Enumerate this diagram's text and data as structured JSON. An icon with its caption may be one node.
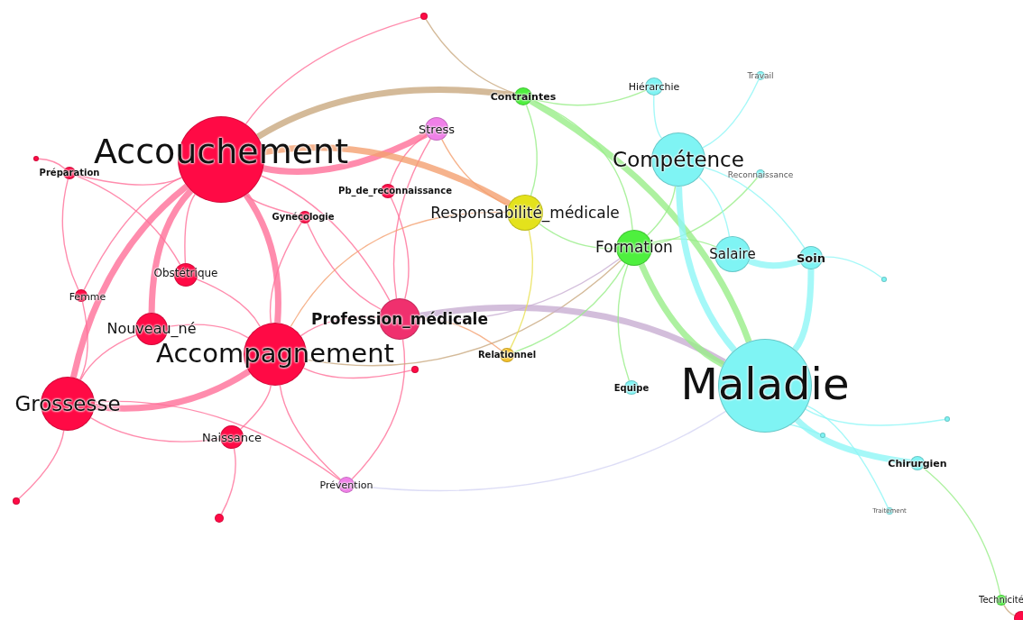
{
  "diagram": {
    "nodes": [
      {
        "text": [
          "Accouchement"
        ]
      },
      {
        "text": [
          "Accompagnement"
        ]
      },
      {
        "text": [
          "Grossesse"
        ]
      },
      {
        "text": [
          "Nouveau_né"
        ]
      },
      {
        "text": [
          "Obstétrique"
        ]
      },
      {
        "text": [
          "Femme"
        ]
      },
      {
        "text": [
          "Préparation"
        ]
      },
      {
        "text": [
          "Gynécologie"
        ]
      },
      {
        "text": [
          "Pb_de_reconnaissance"
        ]
      },
      {
        "text": [
          "Naissance"
        ]
      },
      {
        "text": [
          "Prévention"
        ]
      },
      {
        "text": [
          "Stress"
        ]
      },
      {
        "text": [
          "Profession_médicale"
        ]
      },
      {
        "text": [
          "Contraintes"
        ]
      },
      {
        "text": [
          "Responsabilité_médicale"
        ]
      },
      {
        "text": [
          "Relationnel"
        ]
      },
      {
        "text": [
          "Formation"
        ]
      },
      {
        "text": [
          "Hiérarchie"
        ]
      },
      {
        "text": [
          "Compétence"
        ]
      },
      {
        "text": [
          "Salaire"
        ]
      },
      {
        "text": [
          "Soin"
        ]
      },
      {
        "text": [
          "Maladie"
        ]
      },
      {
        "text": [
          "Equipe"
        ]
      },
      {
        "text": [
          "Chirurgien"
        ]
      },
      {
        "text": [
          "Travail"
        ]
      },
      {
        "text": [
          "Reconnaissance"
        ]
      },
      {
        "text": [
          "Technicité"
        ]
      },
      {
        "text": [
          "Traitement"
        ]
      },
      {
        "text": [],
        "shape": "circle"
      },
      {
        "text": [],
        "shape": "circle"
      },
      {
        "text": [],
        "shape": "circle"
      },
      {
        "text": [],
        "shape": "circle"
      },
      {
        "text": [],
        "shape": "circle"
      },
      {
        "text": [],
        "shape": "circle"
      },
      {
        "text": [],
        "shape": "circle"
      },
      {
        "text": [],
        "shape": "circle"
      },
      {
        "text": [],
        "shape": "circle"
      }
    ],
    "edges": [
      {
        "from": 0,
        "to": 1,
        "arrow": "none",
        "style": "thick"
      },
      {
        "from": 0,
        "to": 2,
        "arrow": "none",
        "style": "thick"
      },
      {
        "from": 0,
        "to": 3,
        "arrow": "none",
        "style": "thick"
      },
      {
        "from": 0,
        "to": 4,
        "arrow": "none"
      },
      {
        "from": 0,
        "to": 6,
        "arrow": "none"
      },
      {
        "from": 0,
        "to": 7,
        "arrow": "none"
      },
      {
        "from": 0,
        "to": 12,
        "arrow": "none"
      },
      {
        "from": 0,
        "to": 11,
        "arrow": "none",
        "style": "thick"
      },
      {
        "from": 0,
        "to": 28,
        "arrow": "none"
      },
      {
        "from": 0,
        "to": 5,
        "arrow": "none"
      },
      {
        "from": 1,
        "to": 2,
        "arrow": "none",
        "style": "thick"
      },
      {
        "from": 1,
        "to": 3,
        "arrow": "none"
      },
      {
        "from": 1,
        "to": 9,
        "arrow": "none"
      },
      {
        "from": 1,
        "to": 10,
        "arrow": "none"
      },
      {
        "from": 1,
        "to": 12,
        "arrow": "none"
      },
      {
        "from": 1,
        "to": 4,
        "arrow": "none"
      },
      {
        "from": 1,
        "to": 7,
        "arrow": "none"
      },
      {
        "from": 1,
        "to": 31,
        "arrow": "none"
      },
      {
        "from": 2,
        "to": 3,
        "arrow": "none"
      },
      {
        "from": 2,
        "to": 5,
        "arrow": "none"
      },
      {
        "from": 2,
        "to": 30,
        "arrow": "none"
      },
      {
        "from": 2,
        "to": 9,
        "arrow": "none"
      },
      {
        "from": 2,
        "to": 10,
        "arrow": "none"
      },
      {
        "from": 6,
        "to": 29,
        "arrow": "none"
      },
      {
        "from": 6,
        "to": 4,
        "arrow": "none"
      },
      {
        "from": 6,
        "to": 5,
        "arrow": "none"
      },
      {
        "from": 12,
        "to": 11,
        "arrow": "none"
      },
      {
        "from": 12,
        "to": 8,
        "arrow": "none"
      },
      {
        "from": 12,
        "to": 7,
        "arrow": "none"
      },
      {
        "from": 12,
        "to": 10,
        "arrow": "none"
      },
      {
        "from": 9,
        "to": 32,
        "arrow": "none"
      },
      {
        "from": 11,
        "to": 8,
        "arrow": "none"
      },
      {
        "from": 0,
        "to": 13,
        "arrow": "none",
        "style": "thick",
        "color": "#c9a97f"
      },
      {
        "from": 28,
        "to": 13,
        "arrow": "none",
        "color": "#c9a97f"
      },
      {
        "from": 1,
        "to": 16,
        "arrow": "none",
        "color": "#c9a97f"
      },
      {
        "from": 26,
        "to": 36,
        "arrow": "none",
        "color": "#c9a97f"
      },
      {
        "from": 0,
        "to": 14,
        "arrow": "none",
        "style": "thick",
        "color": "#f4a070"
      },
      {
        "from": 1,
        "to": 14,
        "arrow": "none",
        "color": "#f4a070"
      },
      {
        "from": 12,
        "to": 15,
        "arrow": "none",
        "color": "#f4a070"
      },
      {
        "from": 11,
        "to": 14,
        "arrow": "none",
        "color": "#f4a070"
      },
      {
        "from": 12,
        "to": 21,
        "arrow": "none",
        "style": "thick",
        "color": "#c8aed2"
      },
      {
        "from": 12,
        "to": 16,
        "arrow": "none",
        "color": "#c8aed2"
      },
      {
        "from": 13,
        "to": 14,
        "arrow": "none",
        "color": "#98ee88"
      },
      {
        "from": 13,
        "to": 16,
        "arrow": "none",
        "color": "#98ee88"
      },
      {
        "from": 13,
        "to": 21,
        "arrow": "none",
        "style": "thick",
        "color": "#98ee88"
      },
      {
        "from": 16,
        "to": 21,
        "arrow": "none",
        "style": "thick",
        "color": "#98ee88"
      },
      {
        "from": 16,
        "to": 14,
        "arrow": "none",
        "color": "#98ee88"
      },
      {
        "from": 16,
        "to": 18,
        "arrow": "none",
        "color": "#98ee88"
      },
      {
        "from": 16,
        "to": 15,
        "arrow": "none",
        "color": "#98ee88"
      },
      {
        "from": 16,
        "to": 22,
        "arrow": "none",
        "color": "#98ee88"
      },
      {
        "from": 16,
        "to": 19,
        "arrow": "none",
        "color": "#98ee88"
      },
      {
        "from": 13,
        "to": 17,
        "arrow": "none",
        "color": "#98ee88"
      },
      {
        "from": 23,
        "to": 26,
        "arrow": "none",
        "color": "#98ee88"
      },
      {
        "from": 16,
        "to": 25,
        "arrow": "none",
        "color": "#98ee88"
      },
      {
        "from": 14,
        "to": 15,
        "arrow": "none",
        "color": "#e8e050"
      },
      {
        "from": 18,
        "to": 21,
        "arrow": "none",
        "style": "thick",
        "color": "#8ef6f6"
      },
      {
        "from": 18,
        "to": 19,
        "arrow": "none",
        "color": "#8ef6f6"
      },
      {
        "from": 19,
        "to": 20,
        "arrow": "none",
        "style": "thick",
        "color": "#8ef6f6"
      },
      {
        "from": 20,
        "to": 21,
        "arrow": "none",
        "style": "thick",
        "color": "#8ef6f6"
      },
      {
        "from": 17,
        "to": 18,
        "arrow": "none",
        "color": "#8ef6f6"
      },
      {
        "from": 24,
        "to": 18,
        "arrow": "none",
        "color": "#8ef6f6"
      },
      {
        "from": 21,
        "to": 23,
        "arrow": "none",
        "style": "thick",
        "color": "#8ef6f6"
      },
      {
        "from": 21,
        "to": 27,
        "arrow": "none",
        "color": "#8ef6f6"
      },
      {
        "from": 21,
        "to": 35,
        "arrow": "none",
        "color": "#8ef6f6"
      },
      {
        "from": 20,
        "to": 33,
        "arrow": "none",
        "color": "#8ef6f6"
      },
      {
        "from": 21,
        "to": 34,
        "arrow": "none",
        "color": "#8ef6f6"
      },
      {
        "from": 18,
        "to": 20,
        "arrow": "none",
        "color": "#8ef6f6"
      },
      {
        "from": 10,
        "to": 21,
        "arrow": "none",
        "color": "#d4d4f4"
      }
    ]
  }
}
